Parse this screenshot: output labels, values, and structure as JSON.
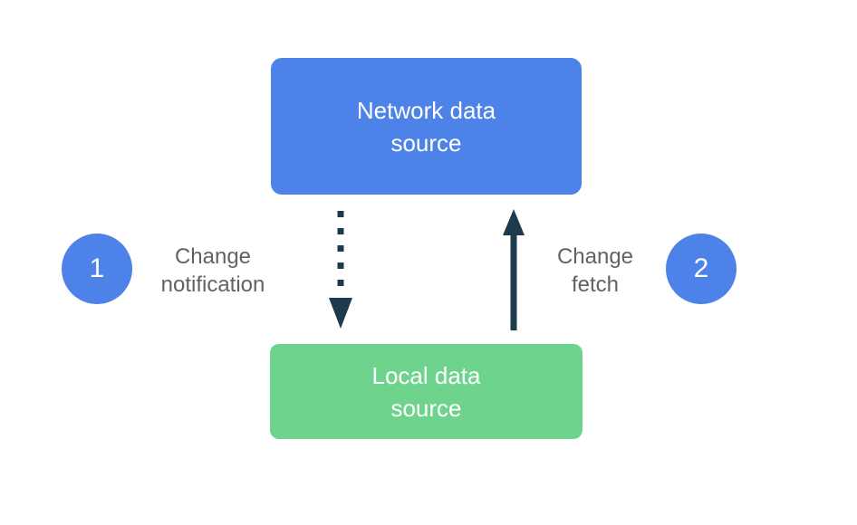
{
  "diagram": {
    "nodes": {
      "network": {
        "label": "Network data source",
        "color": "#4d83e8"
      },
      "local": {
        "label": "Local data source",
        "color": "#6ed48d"
      }
    },
    "steps": {
      "step1": {
        "number": "1",
        "label": "Change notification",
        "arrow_style": "dotted",
        "arrow_direction": "down"
      },
      "step2": {
        "number": "2",
        "label": "Change fetch",
        "arrow_style": "solid",
        "arrow_direction": "up"
      }
    },
    "colors": {
      "node_blue": "#4d83e8",
      "node_green": "#6ed48d",
      "badge_blue": "#4d83e8",
      "arrow_navy": "#1e3a4d",
      "label_gray": "#5f6368",
      "node_text": "#ffffff",
      "background": "#ffffff"
    }
  }
}
